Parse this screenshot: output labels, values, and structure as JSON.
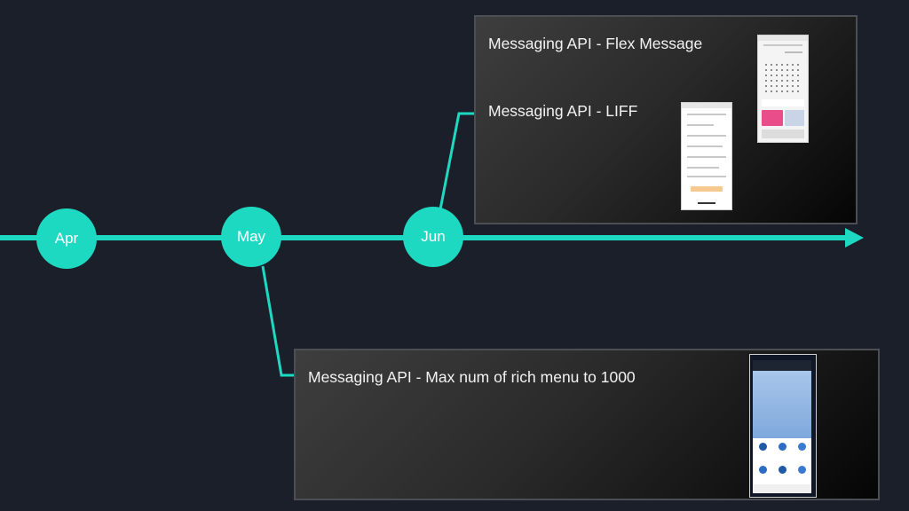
{
  "timeline": {
    "months": [
      {
        "label": "Apr"
      },
      {
        "label": "May"
      },
      {
        "label": "Jun"
      }
    ]
  },
  "cards": {
    "top": {
      "items": [
        {
          "text": "Messaging API - Flex Message"
        },
        {
          "text": "Messaging API - LIFF"
        }
      ]
    },
    "bottom": {
      "items": [
        {
          "text": "Messaging API - Max num of rich menu to 1000"
        }
      ]
    }
  },
  "colors": {
    "background": "#1b1f29",
    "accent": "#1ed9c2",
    "card_border": "#4b4f55",
    "text": "#f2f2f2"
  }
}
